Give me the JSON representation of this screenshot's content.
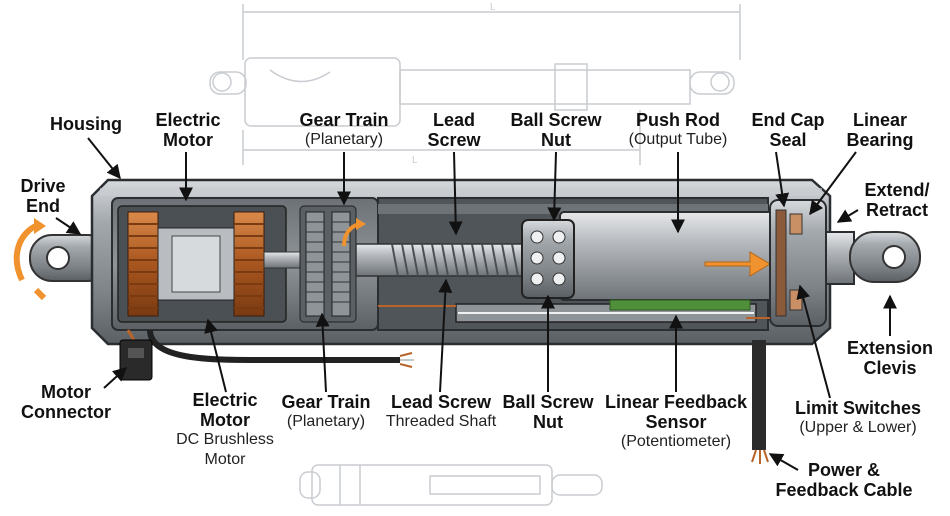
{
  "callouts": {
    "housing": {
      "title": "Housing"
    },
    "electric_motor_top": {
      "title": "Electric Motor"
    },
    "gear_train_top": {
      "title": "Gear Train",
      "sub": "(Planetary)"
    },
    "lead_screw_top": {
      "title": "Lead Screw"
    },
    "ball_screw_nut_top": {
      "title": "Ball Screw Nut"
    },
    "push_rod": {
      "title": "Push Rod",
      "sub": "(Output Tube)"
    },
    "end_cap_seal": {
      "title": "End Cap Seal"
    },
    "linear_bearing": {
      "title": "Linear Bearing"
    },
    "drive_end": {
      "title": "Drive End"
    },
    "extend_retract": {
      "title": "Extend/ Retract"
    },
    "extension_clevis": {
      "title": "Extension Clevis"
    },
    "motor_connector": {
      "title": "Motor Connector"
    },
    "electric_motor_bottom": {
      "title": "Electric Motor",
      "sub1": "DC Brushless",
      "sub2": "Motor"
    },
    "gear_train_bottom": {
      "title": "Gear Train",
      "sub": "(Planetary)"
    },
    "lead_screw_bottom": {
      "title": "Lead Screw",
      "sub": "Threaded Shaft"
    },
    "ball_screw_nut_bottom": {
      "title": "Ball Screw Nut"
    },
    "linear_feedback_sensor": {
      "title": "Linear Feedback Sensor",
      "sub": "(Potentiometer)"
    },
    "limit_switches": {
      "title": "Limit Switches",
      "sub": "(Upper & Lower)"
    },
    "power_feedback_cable": {
      "title": "Power & Feedback Cable"
    }
  },
  "blueprint": {
    "dimension_label": "L"
  },
  "colors": {
    "housing_fill": "#9aa0a6",
    "housing_dark": "#5f656b",
    "copper": "#b8642a",
    "arrow_orange": "#f0922e",
    "sensor_green": "#4f8f3a",
    "blueprint_line": "#c9ccd0"
  }
}
